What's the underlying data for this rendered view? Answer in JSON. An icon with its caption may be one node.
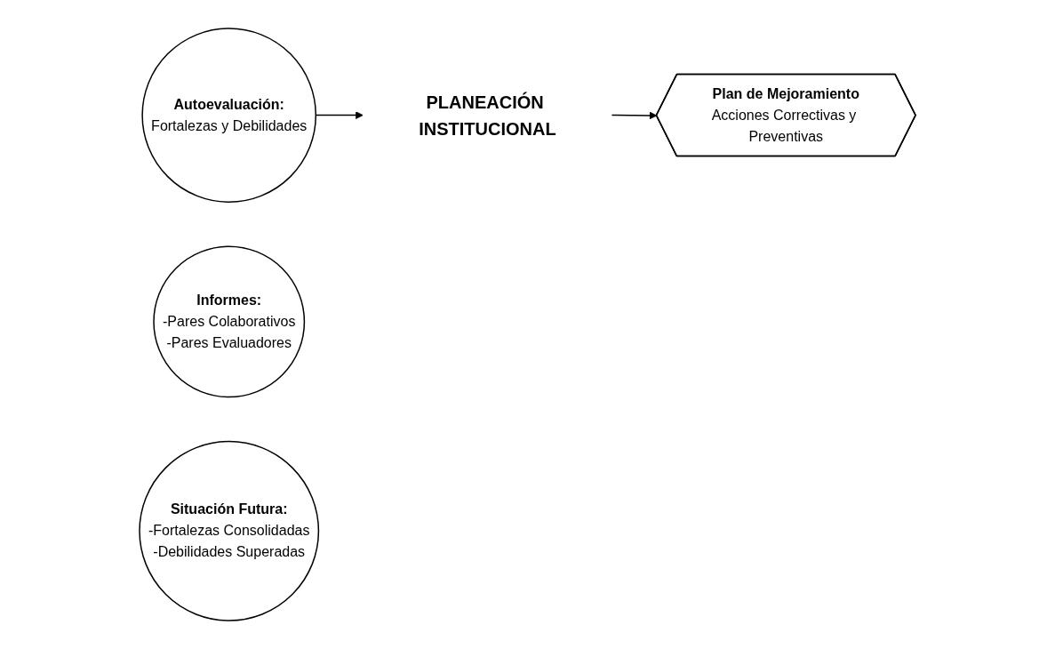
{
  "diagram": {
    "nodes": [
      {
        "text": [
          "PLANEACIÓN INSTITUCIONAL"
        ]
      },
      {
        "text": [
          "Autoevaluación:",
          "Fortalezas y Debilidades"
        ]
      },
      {
        "text": [
          "Informes:",
          "-Pares Colaborativos",
          "-Pares Evaluadores"
        ]
      },
      {
        "text": [
          "Plan de Mejoramiento",
          "Acciones Correctivas y Preventivas"
        ]
      },
      {
        "text": [
          "Situación Futura:",
          "-Fortalezas Consolidadas",
          "-Debilidades Superadas"
        ]
      }
    ],
    "edges": [
      {
        "from": 1,
        "to": 0,
        "arrow": "to"
      },
      {
        "from": 0,
        "to": 3,
        "arrow": "to"
      }
    ]
  }
}
